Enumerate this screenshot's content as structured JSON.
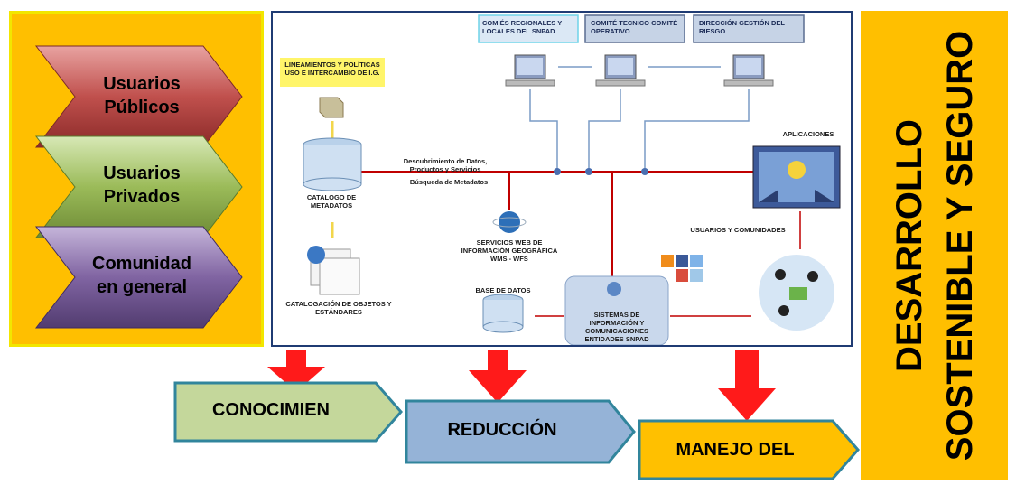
{
  "left_panel": {
    "items": [
      {
        "label": "Usuarios Públicos",
        "color": "#c0504d"
      },
      {
        "label": "Usuarios Privados",
        "color": "#9bbb59"
      },
      {
        "label": "Comunidad en general",
        "color": "#8064a2"
      }
    ]
  },
  "right_panel": {
    "line1": "DESARROLLO",
    "line2": "SOSTENIBLE Y SEGURO"
  },
  "diagram": {
    "box_comites": "COMIÉS REGIONALES Y LOCALES DEL SNPAD",
    "box_comite_tecnico": "COMITÉ TECNICO COMITÉ OPERATIVO",
    "box_direccion": "DIRECCIÓN GESTIÓN DEL RIESGO",
    "lineamientos": "LINEAMIENTOS Y POLÍTICAS USO E INTERCAMBIO DE I.G.",
    "catalogo_metadatos": "CATALOGO DE METADATOS",
    "catalogacion": "CATALOGACIÓN DE OBJETOS Y ESTÁNDARES",
    "descubrimiento": "Descubrimiento de Datos, Productos y Servicios",
    "busqueda": "Búsqueda de Metadatos",
    "servicios_web": "SERVICIOS WEB DE INFORMACIÓN GEOGRÁFICA WMS - WFS",
    "base_datos": "BASE DE DATOS",
    "sistemas": "SISTEMAS DE INFORMACIÓN Y COMUNICACIONES ENTIDADES SNPAD",
    "aplicaciones": "APLICACIONES",
    "usuarios_comunidades": "USUARIOS Y COMUNIDADES"
  },
  "process": [
    {
      "label": "CONOCIMIEN",
      "color": "#c4d79b"
    },
    {
      "label": "REDUCCIÓN",
      "color": "#95b3d7"
    },
    {
      "label": "MANEJO DEL",
      "color": "#ffc000"
    }
  ],
  "colors": {
    "panel_orange": "#ffbf00",
    "panel_border": "#f2e600",
    "arrow_red": "#ff1a1a",
    "network_red": "#c00000",
    "network_blue": "#7a9cc6"
  }
}
